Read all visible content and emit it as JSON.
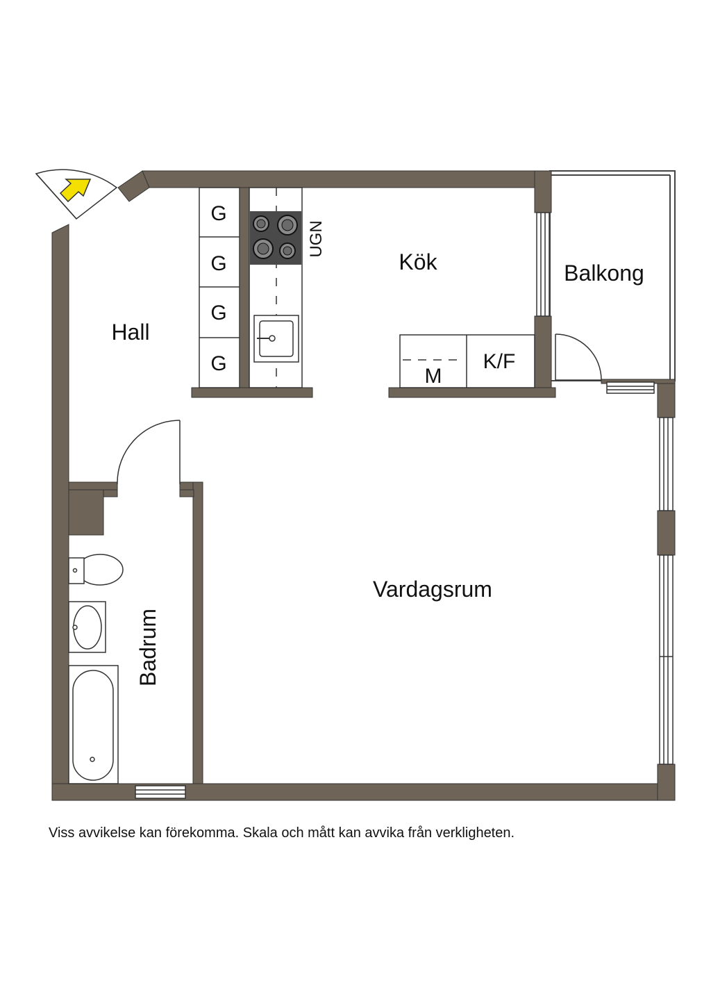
{
  "rooms": {
    "hall": "Hall",
    "kok": "Kök",
    "balkong": "Balkong",
    "vardagsrum": "Vardagsrum",
    "badrum": "Badrum"
  },
  "fixtures": {
    "cabinet_label": "G",
    "oven": "UGN",
    "microwave": "M",
    "fridge_freezer": "K/F"
  },
  "disclaimer": "Viss avvikelse kan förekomma. Skala och mått kan avvika från verkligheten.",
  "colors": {
    "wall": "#6e6457",
    "entry_arrow": "#f4e000",
    "stove": "#4a4a4a"
  }
}
